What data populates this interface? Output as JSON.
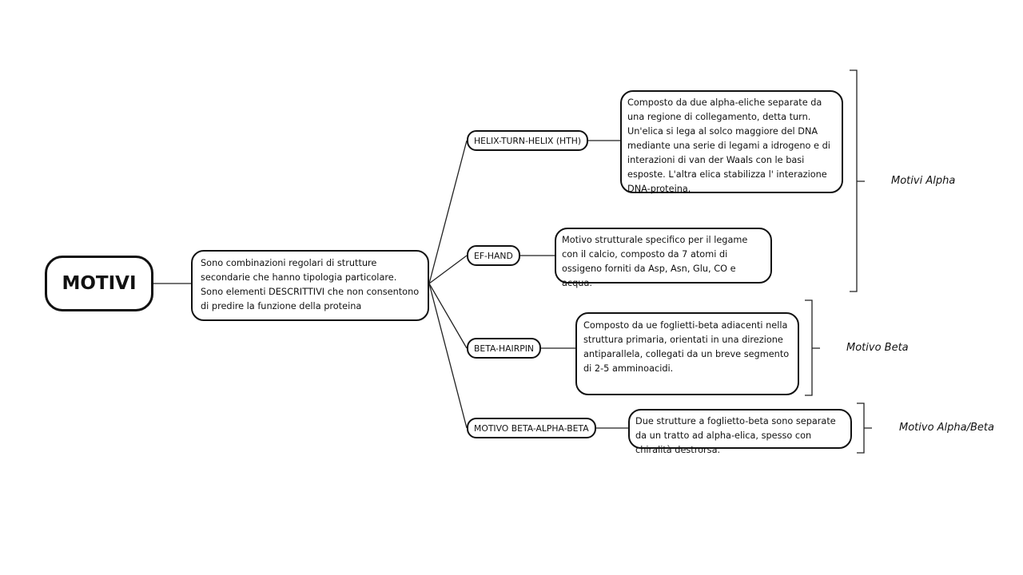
{
  "root": {
    "label": "MOTIVI"
  },
  "intro": {
    "text": "Sono combinazioni regolari di strutture secondarie che hanno tipologia particolare. Sono elementi DESCRITTIVI che non consentono di predire la funzione della proteina"
  },
  "motifs": [
    {
      "label": "HELIX-TURN-HELIX (HTH)",
      "description": "Composto da due alpha-eliche separate da una regione di collegamento, detta turn. Un'elica si lega al solco maggiore del DNA mediante una serie di legami a idrogeno e di interazioni di van der Waals con le basi esposte. L'altra elica stabilizza l' interazione DNA-proteina."
    },
    {
      "label": "EF-HAND",
      "description": "Motivo strutturale specifico per il legame con il calcio, composto da 7 atomi di ossigeno forniti da Asp, Asn, Glu, CO e acqua."
    },
    {
      "label": "BETA-HAIRPIN",
      "description": "Composto da ue foglietti-beta adiacenti nella struttura primaria, orientati in una direzione antiparallela, collegati da un breve segmento di 2-5 amminoacidi."
    },
    {
      "label": "MOTIVO BETA-ALPHA-BETA",
      "description": "Due strutture a foglietto-beta sono separate da un tratto ad alpha-elica, spesso con chiralità destrorsa."
    }
  ],
  "groups": [
    {
      "label": "Motivi Alpha"
    },
    {
      "label": "Motivo Beta"
    },
    {
      "label": "Motivo Alpha/Beta"
    }
  ]
}
